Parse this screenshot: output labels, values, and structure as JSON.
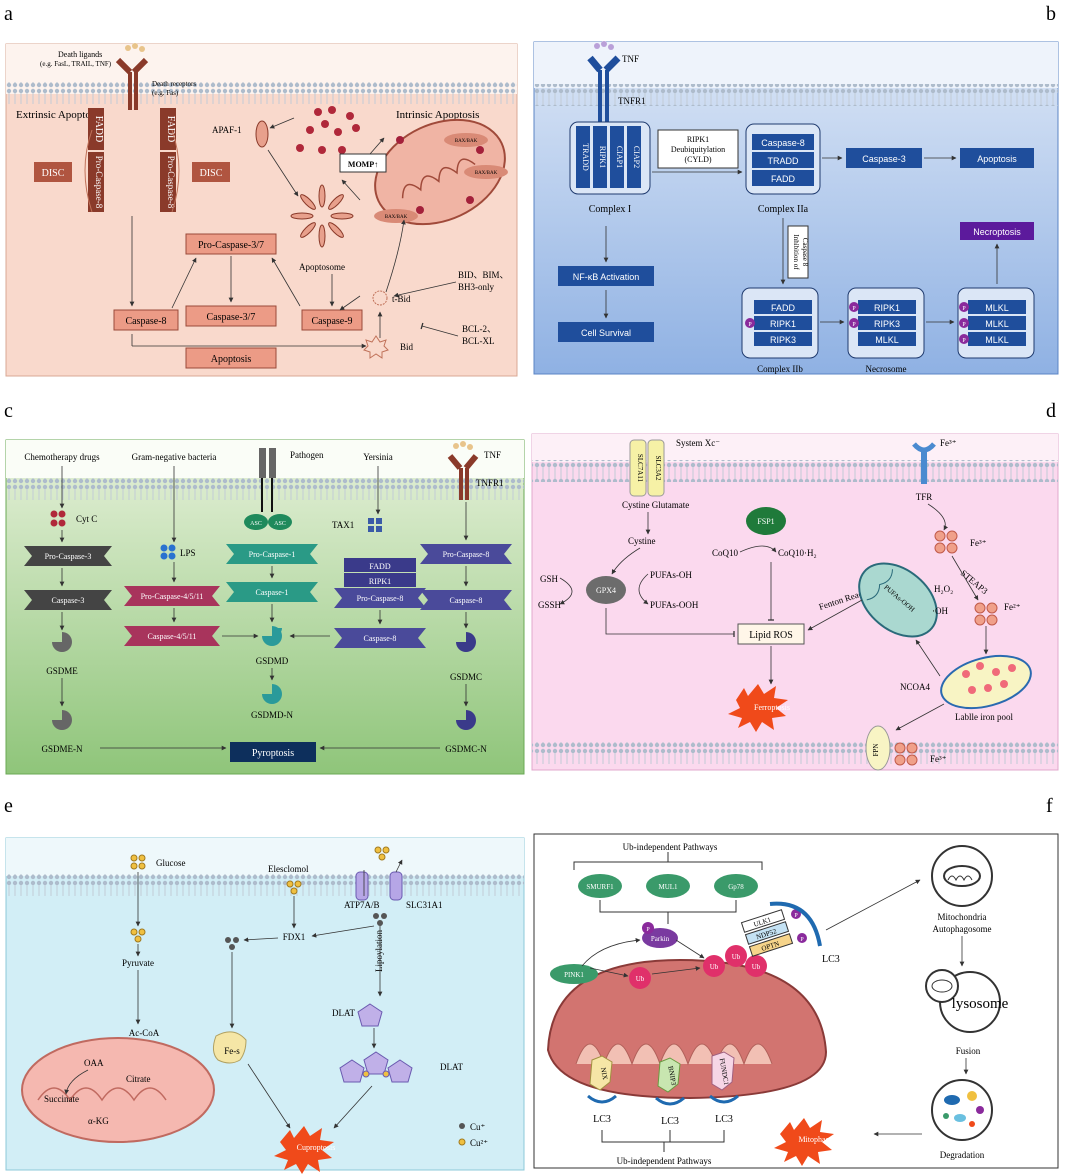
{
  "panel_letters": {
    "a": "a",
    "b": "b",
    "c": "c",
    "d": "d",
    "e": "e",
    "f": "f"
  },
  "a": {
    "death_ligands": "Death ligands",
    "death_ligands_eg": "(e.g. FasL, TRAIL, TNF)",
    "death_receptors": "Death receptors",
    "death_receptors_eg": "(e.g. Fas)",
    "extrinsic": "Extrinsic Apoptosis",
    "intrinsic": "Intrinsic Apoptosis",
    "fadd": "FADD",
    "pro_caspase8": "Pro-Caspase-8",
    "disc": "DISC",
    "apaf1": "APAF-1",
    "momp": "MOMP↑",
    "baxbak": "BAX/BAK",
    "apoptosome": "Apoptosome",
    "pro_caspase37": "Pro-Caspase-3/7",
    "caspase8": "Caspase-8",
    "caspase37": "Caspase-3/7",
    "caspase9": "Caspase-9",
    "apoptosis": "Apoptosis",
    "tbid": "t-Bid",
    "bid": "Bid",
    "bid_bim_1": "BID、BIM、",
    "bid_bim_2": "BH3-only",
    "bcl_1": "BCL-2、",
    "bcl_2": "BCL-XL"
  },
  "b": {
    "tnf": "TNF",
    "tnfr1": "TNFR1",
    "tradd": "TRADD",
    "ripk1": "RIPK1",
    "ciap1": "CIAP1",
    "ciap2": "CIAP2",
    "complex1": "Complex I",
    "deubi_1": "RIPK1",
    "deubi_2": "Deubiquitylation",
    "deubi_3": "(CYLD)",
    "caspase8": "Caspase-8",
    "fadd": "FADD",
    "complex2a": "Complex IIa",
    "caspase3": "Caspase-3",
    "apoptosis": "Apoptosis",
    "inhib_1": "Inhibition of",
    "inhib_2": "Caspase 8",
    "necroptosis": "Necroptosis",
    "nfkb": "NF-κB Activation",
    "survival": "Cell Survival",
    "ripk3": "RIPK3",
    "mlkl": "MLKL",
    "complex2b": "Complex IIb",
    "necrosome": "Necrosome",
    "p": "P"
  },
  "c": {
    "chemo": "Chemotherapy drugs",
    "gram": "Gram-negative bacteria",
    "pathogen": "Pathogen",
    "yersinia": "Yersinia",
    "tnf": "TNF",
    "tnfr1": "TNFR1",
    "cytc": "Cyt C",
    "lps": "LPS",
    "asc": "ASC",
    "tax1": "TAX1",
    "pro_casp3": "Pro-Caspase-3",
    "casp3": "Caspase-3",
    "pro_casp4511": "Pro-Caspase-4/5/11",
    "casp4511": "Caspase-4/5/11",
    "pro_casp1": "Pro-Caspase-1",
    "casp1": "Caspase-1",
    "fadd": "FADD",
    "ripk1": "RIPK1",
    "pro_casp8": "Pro-Caspase-8",
    "casp8": "Caspase-8",
    "gsdme": "GSDME",
    "gsdmd": "GSDMD",
    "gsdmdn": "GSDMD-N",
    "gsdmc": "GSDMC",
    "gsdmen": "GSDME-N",
    "gsdmcn": "GSDMC-N",
    "pyroptosis": "Pyroptosis"
  },
  "d": {
    "systemxc": "System Xc⁻",
    "slc7a11": "SLC7A11",
    "slc3a2": "SLC3A2",
    "cystine_glu": "Cystine Glutamate",
    "cystine": "Cystine",
    "fsp1": "FSP1",
    "coq10": "CoQ10",
    "coq10h2": "CoQ10·H₂",
    "gsh": "GSH",
    "gssh": "GSSH",
    "gpx4": "GPX4",
    "pufas_oh": "PUFAs-OH",
    "pufas_ooh": "PUFAs-OOH",
    "fenton": "Fenton Reaction",
    "pufas_mito": "PUFAs-OOH",
    "lipidros": "Lipid ROS",
    "ferroptosis": "Ferroptosis",
    "fe3_top": "Fe³⁺",
    "tfr": "TFR",
    "fe3_mid": "Fe³⁺",
    "steap3": "STEAP3",
    "h2o2": "H₂O₂",
    "oh": "·OH",
    "fe2": "Fe²⁺",
    "ncoa4": "NCOA4",
    "labile": "Lablle iron pool",
    "fpn": "FPN",
    "fe3_bottom": "Fe³⁺"
  },
  "e": {
    "glucose": "Glucose",
    "elesclomol": "Elesclomol",
    "atp7ab": "ATP7A/B",
    "slc31a1": "SLC31A1",
    "fdx1": "FDX1",
    "lipoylation": "Lipoylation",
    "pyruvate": "Pyruvate",
    "dlat1": "DLAT",
    "dlat2": "DLAT",
    "accoa": "Ac-CoA",
    "oaa": "OAA",
    "citrate": "Citrate",
    "succinate": "Succinate",
    "akg": "α-KG",
    "fes": "Fe-s",
    "cuproptosis": "Cuproptosis",
    "cu1": "Cu⁺",
    "cu2": "Cu²⁺"
  },
  "f": {
    "ub_top": "Ub-independent Pathways",
    "smurf1": "SMURF1",
    "mul1": "MUL1",
    "gp78": "Gp78",
    "parkin": "Parkin",
    "pink1": "PINK1",
    "ub": "Ub",
    "ulk1": "ULK1",
    "ndp52": "NDP52",
    "optn": "OPTN",
    "lc3": "LC3",
    "nix": "NIX",
    "bnip3": "BNIP3",
    "fundc1": "FUNDC1",
    "ub_bottom": "Ub-independent Pathways",
    "mito_auto_1": "Mitochondria",
    "mito_auto_2": "Autophagosome",
    "lysosome": "lysosome",
    "fusion": "Fusion",
    "degradation": "Degradation",
    "mitophagy": "Mitophagy",
    "p": "P"
  }
}
